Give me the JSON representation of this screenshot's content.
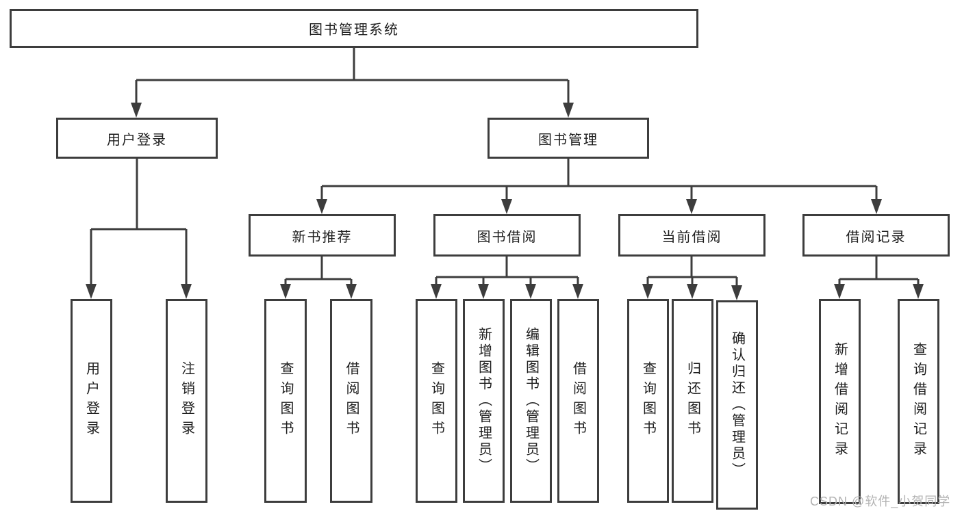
{
  "tree": {
    "label": "图书管理系统",
    "children": [
      {
        "label": "用户登录",
        "children": [
          {
            "label": "用户登录"
          },
          {
            "label": "注销登录"
          }
        ]
      },
      {
        "label": "图书管理",
        "children": [
          {
            "label": "新书推荐",
            "children": [
              {
                "label": "查询图书"
              },
              {
                "label": "借阅图书"
              }
            ]
          },
          {
            "label": "图书借阅",
            "children": [
              {
                "label": "查询图书"
              },
              {
                "label": "新增图书（管理员）"
              },
              {
                "label": "编辑图书（管理员）"
              },
              {
                "label": "借阅图书"
              }
            ]
          },
          {
            "label": "当前借阅",
            "children": [
              {
                "label": "查询图书"
              },
              {
                "label": "归还图书"
              },
              {
                "label": "确认归还（管理员）"
              }
            ]
          },
          {
            "label": "借阅记录",
            "children": [
              {
                "label": "新增借阅记录"
              },
              {
                "label": "查询借阅记录"
              }
            ]
          }
        ]
      }
    ]
  },
  "watermark": {
    "text": "CSDN @软件_小贺同学"
  },
  "colors": {
    "line": "#3d3d3d",
    "text": "#1e1e1e",
    "bg": "#ffffff",
    "watermark": "#b3b3b3"
  }
}
